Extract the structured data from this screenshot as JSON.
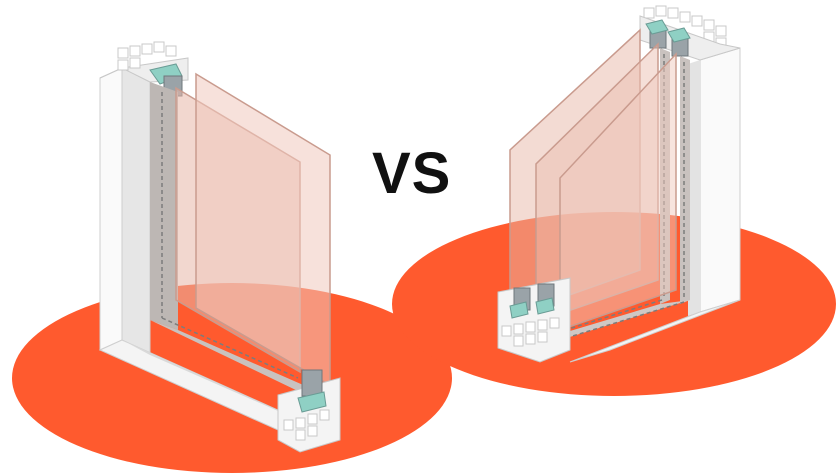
{
  "comparison": {
    "separator_text": "VS"
  },
  "left_window": {
    "type": "double-glazed-window-cross-section"
  },
  "right_window": {
    "type": "triple-glazed-window-cross-section"
  },
  "colors": {
    "accent_ellipse": "#ff5a2e",
    "frame": "#f2f2f2",
    "frame_shadow": "#d6d6d6",
    "glass": "#e8b7a8",
    "spacer": "#9aa3a8",
    "seal": "#8fd0c4",
    "text": "#111111"
  }
}
